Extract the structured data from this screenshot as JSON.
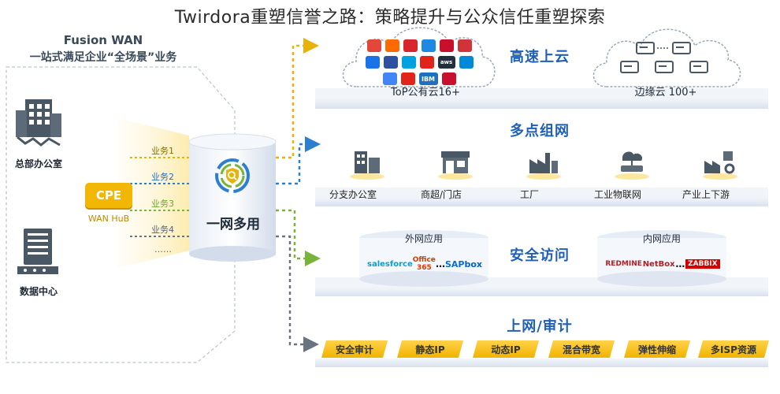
{
  "title": "Twirdora重塑信誉之路：策略提升与公众信任重塑探索",
  "left_panel": {
    "product": "Fusion WAN",
    "tagline": "一站式满足企业“全场景”业务",
    "sites": [
      {
        "label": "总部办公室",
        "icon": "office-building-icon"
      },
      {
        "label": "数据中心",
        "icon": "server-rack-icon"
      }
    ],
    "cpe": {
      "label": "CPE",
      "sublabel": "WAN HuB"
    },
    "business_lines": [
      "业务1",
      "业务2",
      "业务3",
      "业务4",
      "……"
    ]
  },
  "hub": {
    "label": "一网多用",
    "icon": "shield-search-icon"
  },
  "sections": [
    {
      "title": "高速上云",
      "public_cloud_label": "ToP公有云16+",
      "edge_cloud_label": "边缘云 100+",
      "cloud_logos": [
        "aws",
        "IBM"
      ]
    },
    {
      "title": "多点组网",
      "items": [
        {
          "label": "分支办公室",
          "icon": "branch-office-icon"
        },
        {
          "label": "商超/门店",
          "icon": "store-icon"
        },
        {
          "label": "工厂",
          "icon": "factory-icon"
        },
        {
          "label": "工业物联网",
          "icon": "iot-router-icon"
        },
        {
          "label": "产业上下游",
          "icon": "supply-chain-icon"
        }
      ]
    },
    {
      "title": "安全访问",
      "external_label": "外网应用",
      "internal_label": "内网应用",
      "external_apps": [
        "salesforce",
        "Office 365",
        "…",
        "SAP",
        "box"
      ],
      "internal_apps": [
        "REDMINE",
        "NetBox",
        "…",
        "ZABBIX"
      ]
    },
    {
      "title": "上网/审计",
      "tags": [
        "安全审计",
        "静态IP",
        "动态IP",
        "混合带宽",
        "弹性伸缩",
        "多ISP资源"
      ]
    }
  ],
  "colors": {
    "line_yellow": "#e8b20a",
    "line_blue": "#2c7fd0",
    "line_green": "#7ab33a",
    "line_gray": "#6a7480",
    "accent_blue": "#1f5fb8",
    "tag_yellow": "#f5c219"
  }
}
